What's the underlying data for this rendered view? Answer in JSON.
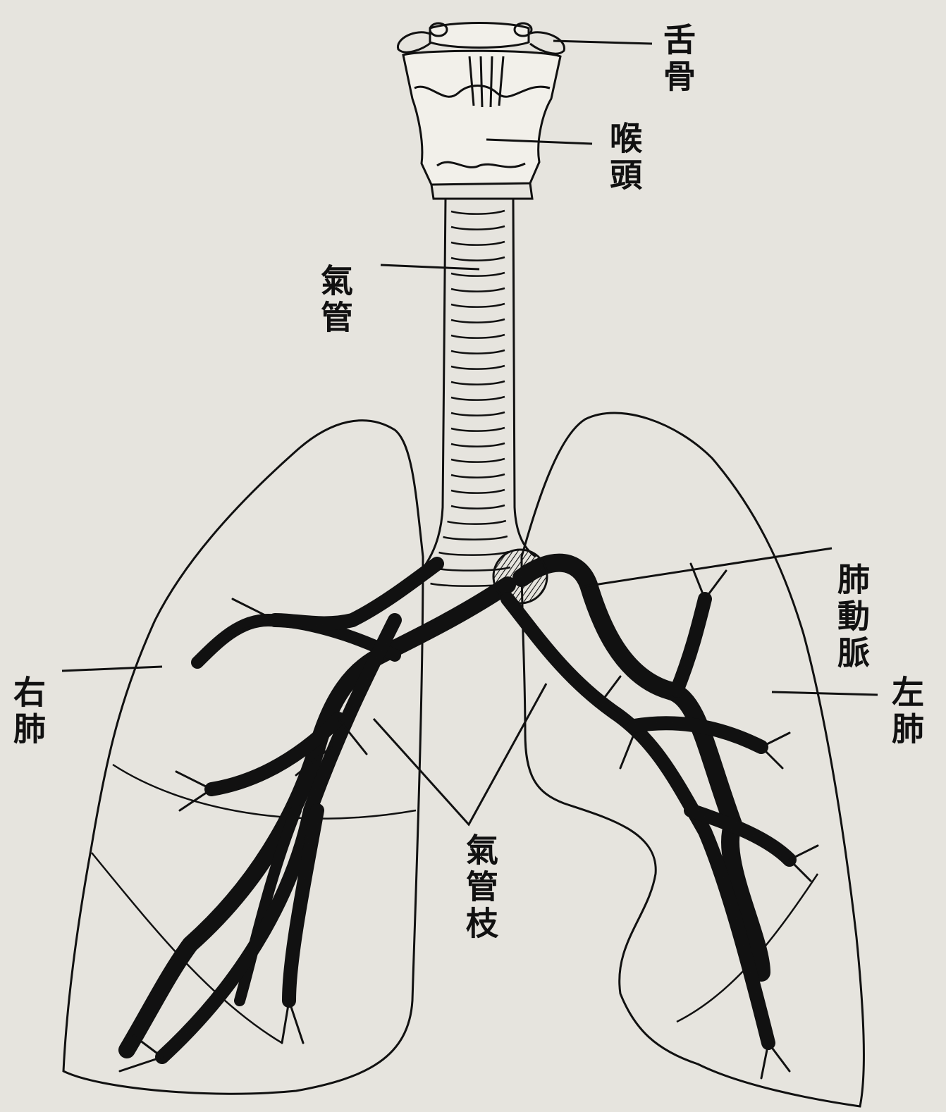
{
  "labels": {
    "hyoid": "舌骨",
    "larynx": "喉頭",
    "trachea": "氣管",
    "pulmonary_artery": "肺動脈",
    "right_lung": "右肺",
    "left_lung": "左肺",
    "bronchi": "氣管枝"
  },
  "colors": {
    "paper": "#e6e4de",
    "ink": "#111111"
  }
}
